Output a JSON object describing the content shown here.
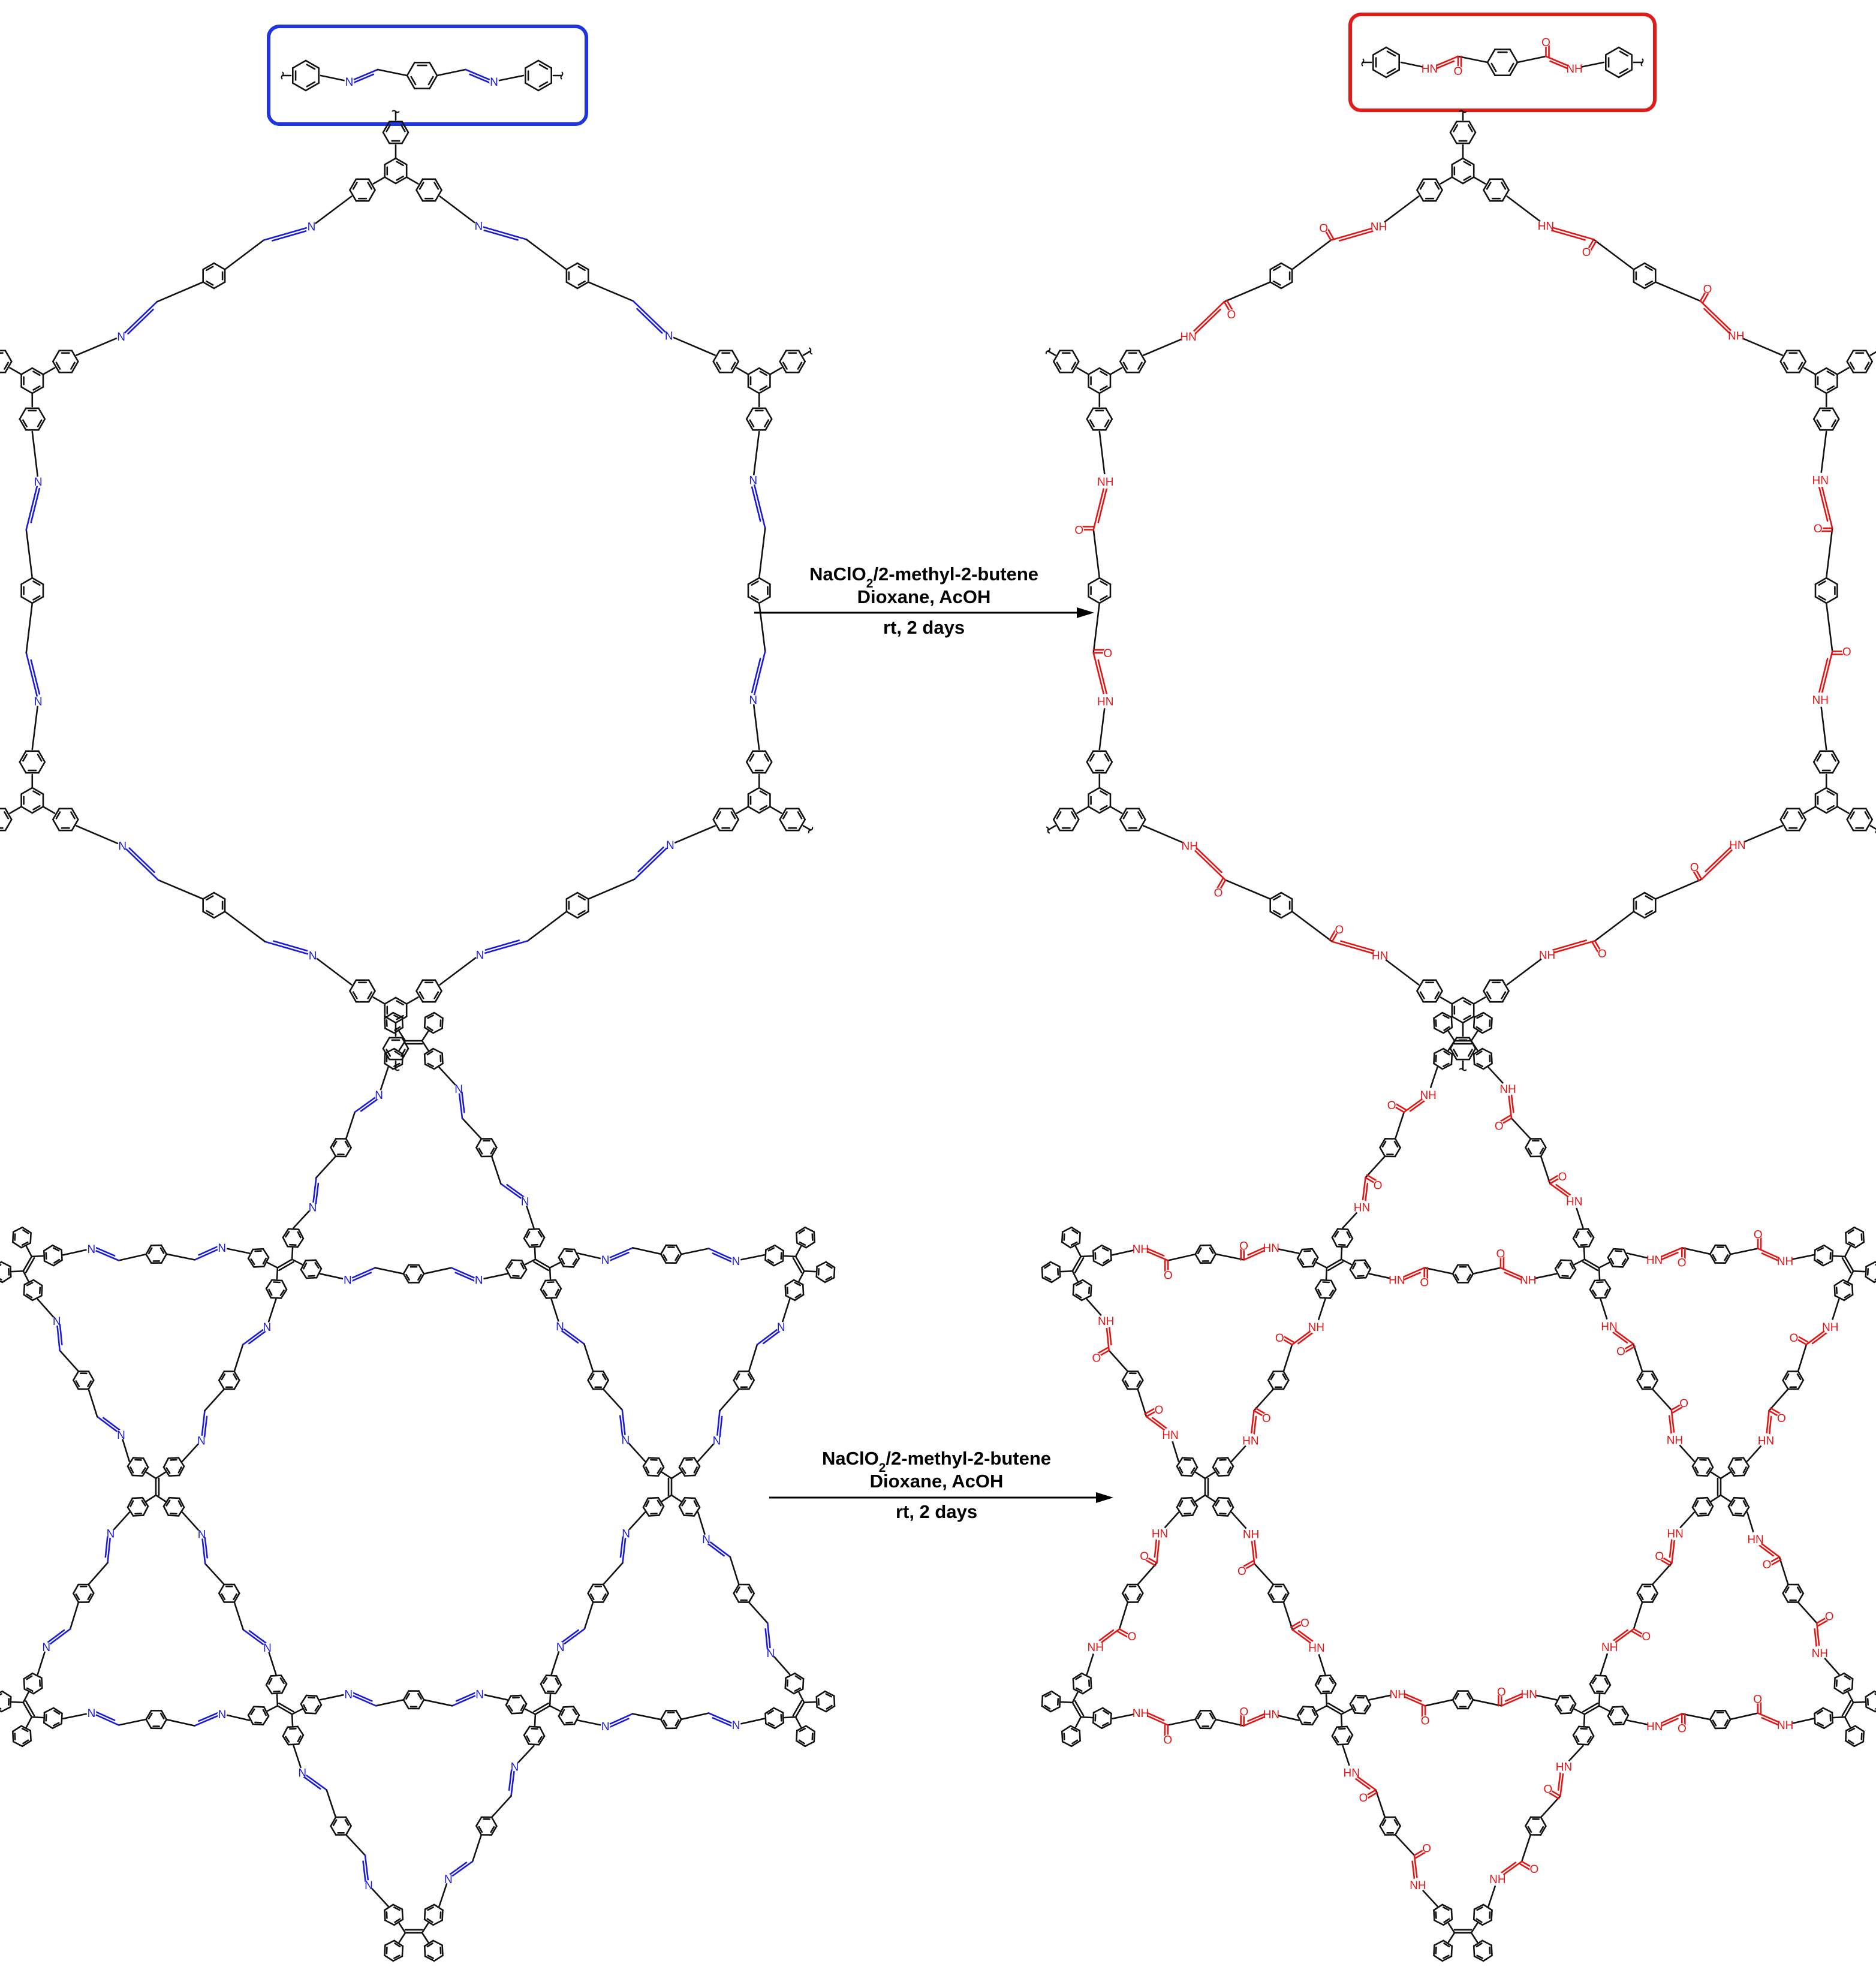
{
  "colors": {
    "imine": "#1a1adb",
    "amide": "#e31414",
    "bond": "#111111",
    "box_blue": "#1e35e0",
    "box_red": "#e31a1a"
  },
  "atoms": {
    "imine_n": "N",
    "amide_nh": "NH",
    "amide_hn": "HN",
    "amide_o": "O"
  },
  "reaction": {
    "reagent_main": "NaClO",
    "reagent_sub": "2",
    "reagent_rest": "/2-methyl-2-butene",
    "solvent": "Dioxane, AcOH",
    "time": "rt, 2 days"
  },
  "schemes": [
    {
      "name": "hexagonal-framework",
      "reactant": "imine-linked COF",
      "product": "amide-linked COF"
    },
    {
      "name": "kagome-framework",
      "reactant": "imine-linked COF",
      "product": "amide-linked COF"
    }
  ]
}
